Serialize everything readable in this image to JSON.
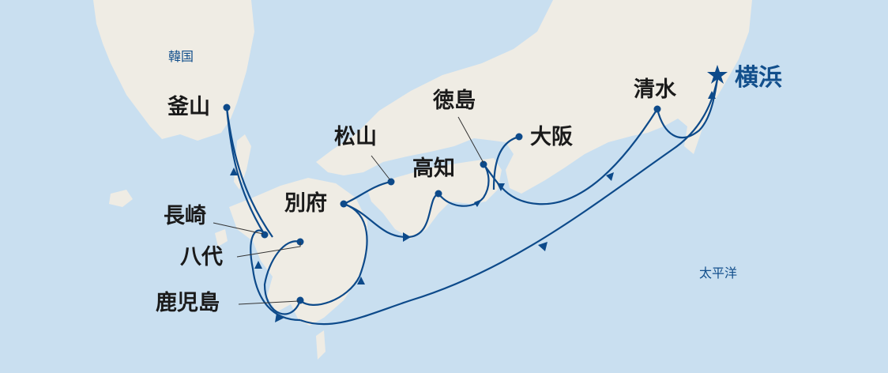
{
  "colors": {
    "sea": "#c9dff0",
    "land": "#efece4",
    "route": "#0d4a8a",
    "highlight": "#124f8c"
  },
  "regions": {
    "korea": "韓国",
    "pacific": "太平洋"
  },
  "ports": {
    "busan": "釜山",
    "nagasaki": "長崎",
    "yatsushiro": "八代",
    "kagoshima": "鹿児島",
    "beppu": "別府",
    "matsuyama": "松山",
    "kochi": "高知",
    "tokushima": "徳島",
    "osaka": "大阪",
    "shimizu": "清水",
    "yokohama": "横浜"
  },
  "icons": {
    "home_port": "star-icon"
  }
}
